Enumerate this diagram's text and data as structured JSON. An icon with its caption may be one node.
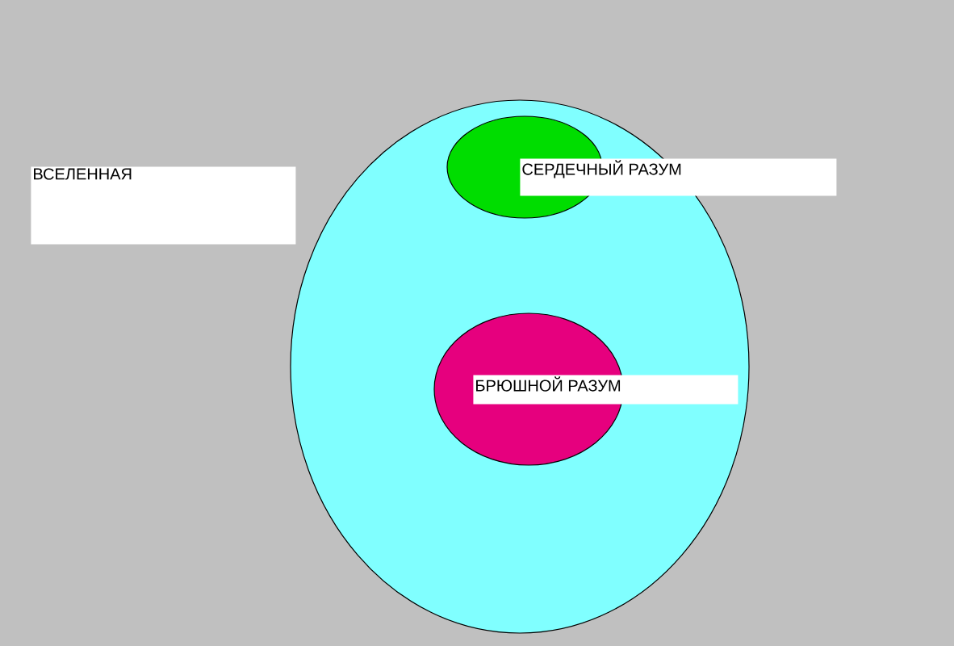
{
  "diagram": {
    "nodes": [
      {
        "text": [
          "ВСЕЛЕННАЯ"
        ]
      },
      {
        "text": [],
        "shape": "circle"
      },
      {
        "text": [],
        "shape": "circle",
        "in": 1
      },
      {
        "text": [
          "СЕРДЕЧНЫЙ РАЗУМ"
        ]
      },
      {
        "text": [],
        "shape": "circle",
        "in": 1
      },
      {
        "text": [
          "БРЮШНОЙ РАЗУМ"
        ],
        "in": 1
      }
    ]
  }
}
